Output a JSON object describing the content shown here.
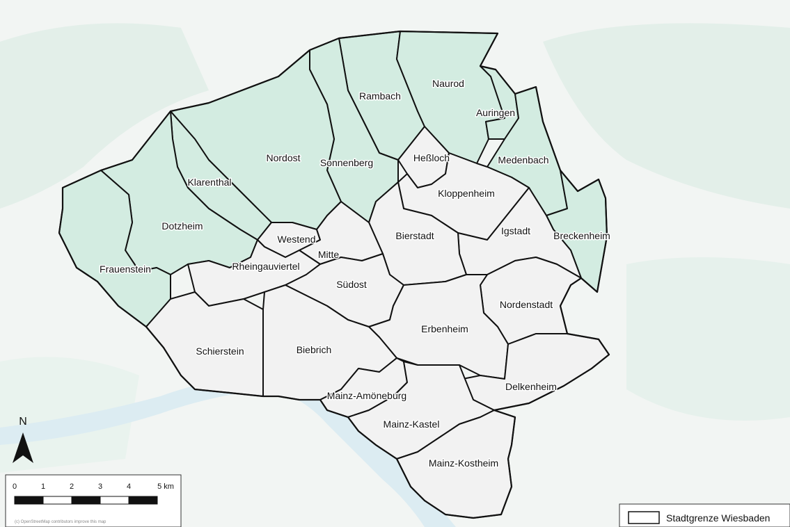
{
  "map": {
    "colors": {
      "background": "#f2f5f3",
      "green_area": "#d5ebe2",
      "district_fill": "#f2f2f2",
      "forest_fill": "#d3ece1",
      "boundary": "#111111",
      "river": "#dcecf2"
    },
    "districts": [
      {
        "id": "rambach",
        "name": "Rambach"
      },
      {
        "id": "naurod",
        "name": "Naurod"
      },
      {
        "id": "auringen",
        "name": "Auringen"
      },
      {
        "id": "nordost",
        "name": "Nordost"
      },
      {
        "id": "sonnenberg",
        "name": "Sonnenberg"
      },
      {
        "id": "hessloch",
        "name": "Heßloch"
      },
      {
        "id": "medenbach",
        "name": "Medenbach"
      },
      {
        "id": "klarenthal",
        "name": "Klarenthal"
      },
      {
        "id": "kloppenheim",
        "name": "Kloppenheim"
      },
      {
        "id": "dotzheim",
        "name": "Dotzheim"
      },
      {
        "id": "igstadt",
        "name": "Igstadt"
      },
      {
        "id": "breckenheim",
        "name": "Breckenheim"
      },
      {
        "id": "westend",
        "name": "Westend"
      },
      {
        "id": "bierstadt",
        "name": "Bierstadt"
      },
      {
        "id": "mitte",
        "name": "Mitte"
      },
      {
        "id": "frauenstein",
        "name": "Frauenstein"
      },
      {
        "id": "rheingauviertel",
        "name": "Rheingauviertel"
      },
      {
        "id": "suedost",
        "name": "Südost"
      },
      {
        "id": "nordenstadt",
        "name": "Nordenstadt"
      },
      {
        "id": "erbenheim",
        "name": "Erbenheim"
      },
      {
        "id": "schierstein",
        "name": "Schierstein"
      },
      {
        "id": "biebrich",
        "name": "Biebrich"
      },
      {
        "id": "delkenheim",
        "name": "Delkenheim"
      },
      {
        "id": "mainz-amoeneburg",
        "name": "Mainz-Amöneburg"
      },
      {
        "id": "mainz-kastel",
        "name": "Mainz-Kastel"
      },
      {
        "id": "mainz-kostheim",
        "name": "Mainz-Kostheim"
      }
    ],
    "north_label": "N",
    "scale_bar": {
      "ticks": [
        "0",
        "1",
        "2",
        "3",
        "4",
        "5 km"
      ],
      "attribution": "(c) OpenStreetMap contributors improve this map"
    },
    "legend": {
      "label": "Stadtgrenze Wiesbaden"
    }
  }
}
